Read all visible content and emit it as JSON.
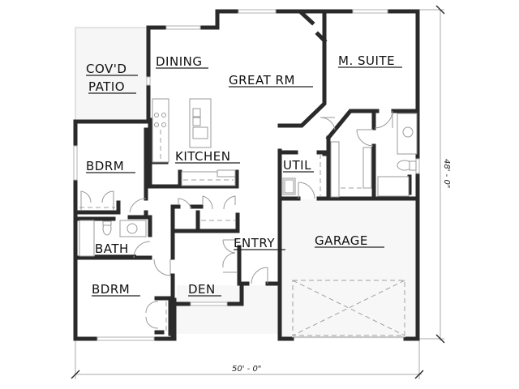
{
  "plan": {
    "rooms": {
      "covd_patio_line1": "COV'D",
      "covd_patio_line2": "PATIO",
      "dining": "DINING",
      "great_room": "GREAT RM",
      "master_suite": "M. SUITE",
      "kitchen": "KITCHEN",
      "bedroom_upper": "BDRM",
      "utility": "UTIL",
      "bath": "BATH",
      "entry": "ENTRY",
      "garage": "GARAGE",
      "bedroom_lower": "BDRM",
      "den": "DEN"
    },
    "dimensions": {
      "width": "50' - 0\"",
      "depth": "48' - 0\""
    },
    "colors": {
      "wall_fill": "#6e6e6e",
      "wall_outline": "#1e1e1e",
      "fixture_line": "#9a9a9a",
      "background": "#ffffff"
    }
  }
}
